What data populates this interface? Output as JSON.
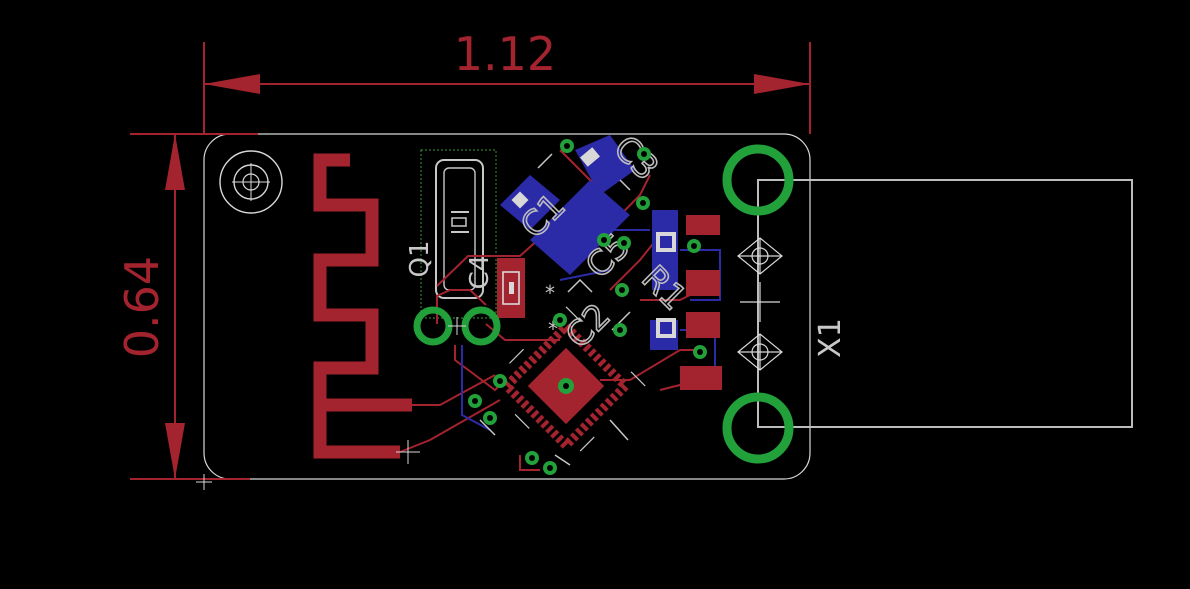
{
  "dimensions": {
    "width_label": "1.12",
    "height_label": "0.64"
  },
  "labels": {
    "q1": "Q1",
    "c4": "C4",
    "x1": "X1",
    "c3": "C3",
    "c1": "C1",
    "c5": "C5",
    "c2": "C2",
    "r1": "R1",
    "asterisk": "*"
  },
  "colors": {
    "background": "#000000",
    "top_copper": "#a3232e",
    "bottom_copper": "#2b2ba8",
    "via": "#22a03a",
    "silkscreen": "#c8c8c8",
    "outline": "#d8d8d8",
    "keepout": "#2f7f2f"
  }
}
